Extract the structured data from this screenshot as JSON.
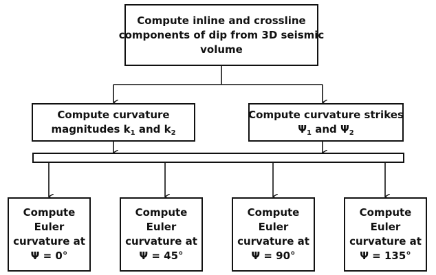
{
  "top_box": {
    "lines": [
      "Compute inline and crossline",
      "components of dip from 3D seismic",
      "volume"
    ]
  },
  "magnitudes_box": {
    "line1": "Compute curvature",
    "line2_prefix": "magnitudes k",
    "sub1": "1",
    "line2_mid": " and k",
    "sub2": "2"
  },
  "strikes_box": {
    "line1": "Compute curvature strikes",
    "line2_prefix": "Ψ",
    "sub1": "1",
    "line2_mid": " and Ψ",
    "sub2": "2"
  },
  "euler_boxes": [
    {
      "lines": [
        "Compute",
        "Euler",
        "curvature at",
        "Ψ = 0°"
      ]
    },
    {
      "lines": [
        "Compute",
        "Euler",
        "curvature at",
        "Ψ = 45°"
      ]
    },
    {
      "lines": [
        "Compute",
        "Euler",
        "curvature at",
        "Ψ = 90°"
      ]
    },
    {
      "lines": [
        "Compute",
        "Euler",
        "curvature at",
        "Ψ = 135°"
      ]
    }
  ],
  "colors": {
    "stroke": "#111111",
    "background": "#ffffff"
  }
}
